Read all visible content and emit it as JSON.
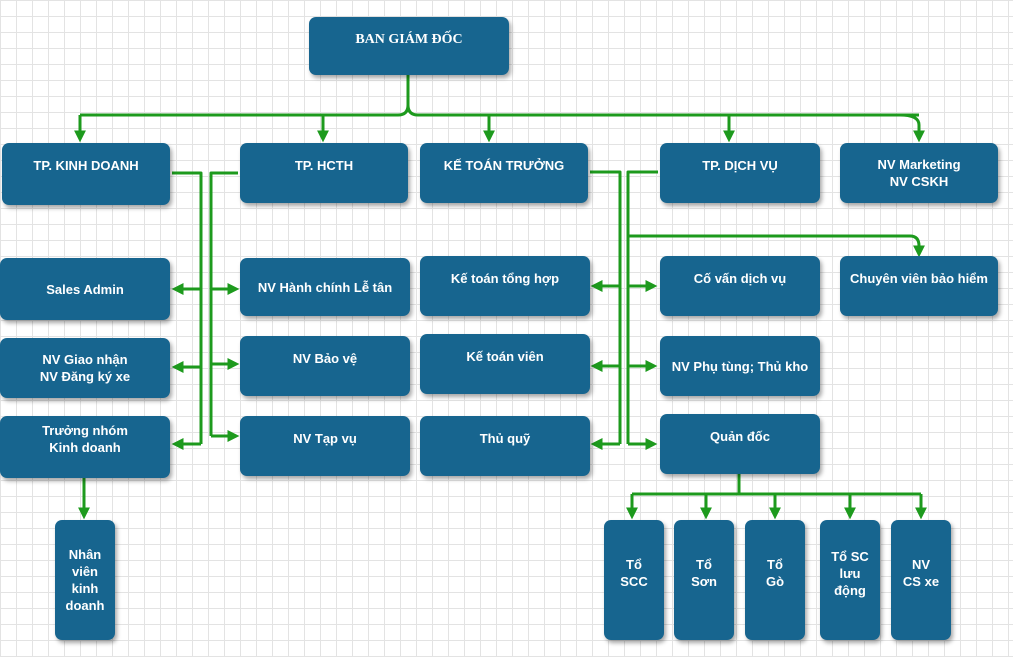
{
  "colors": {
    "node_fill": "#17658f",
    "node_text": "#ffffff",
    "connector": "#1d9a1d"
  },
  "nodes": {
    "ban_giam_doc": "BAN GIÁM ĐỐC",
    "tp_kinh_doanh": "TP. KINH DOANH",
    "tp_hcth": "TP. HCTH",
    "ke_toan_truong": "KẾ TOÁN TRƯỞNG",
    "tp_dich_vu": "TP. DỊCH VỤ",
    "nv_marketing": "NV Marketing\nNV CSKH",
    "sales_admin": "Sales Admin",
    "nv_giao_nhan": "NV Giao nhận\nNV Đăng ký xe",
    "truong_nhom": "Trưởng nhóm\nKinh doanh",
    "nhan_vien_kd": "Nhân\nviên\nkinh\ndoanh",
    "nv_hanh_chinh": "NV Hành chính Lễ tân",
    "nv_bao_ve": "NV Bảo vệ",
    "nv_tap_vu": "NV Tạp vụ",
    "ke_toan_tong_hop": "Kế toán tổng hợp",
    "ke_toan_vien": "Kế toán viên",
    "thu_quy": "Thủ quỹ",
    "co_van": "Cố vấn dịch vụ",
    "chuyen_vien": "Chuyên viên bảo hiểm",
    "nv_phu_tung": "NV Phụ tùng; Thủ kho",
    "quan_doc": "Quản đốc",
    "to_scc": "Tổ\nSCC",
    "to_son": "Tổ\nSơn",
    "to_go": "Tổ\nGò",
    "to_sc_luu_dong": "Tổ SC\nlưu\nđộng",
    "nv_cs_xe": "NV\nCS xe"
  }
}
